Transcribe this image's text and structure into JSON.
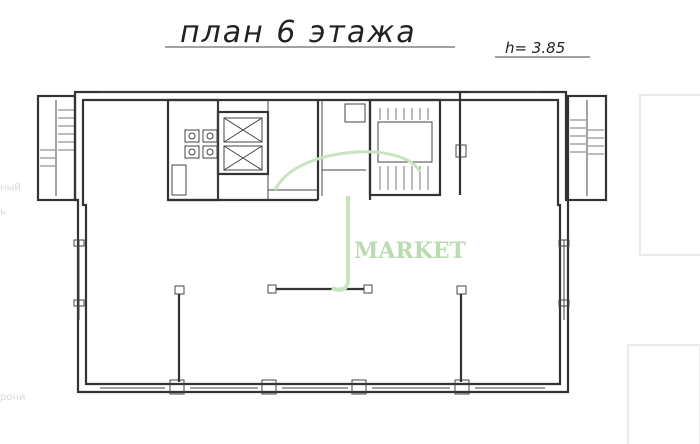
{
  "title": "план 6 этажа",
  "height_note": "h= 3.85",
  "watermark": "MARKET",
  "colors": {
    "line": "#333333",
    "watermark": "#b9dcb0",
    "ghost": "#e4e4e4"
  }
}
